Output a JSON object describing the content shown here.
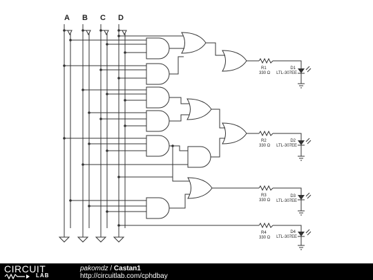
{
  "inputs": {
    "a": "A",
    "b": "B",
    "c": "C",
    "d": "D"
  },
  "outputs": [
    {
      "resistor": "R1",
      "resistor_value": "330 Ω",
      "led": "D1",
      "led_part": "LTL-307EE"
    },
    {
      "resistor": "R2",
      "resistor_value": "330 Ω",
      "led": "D2",
      "led_part": "LTL-307EE"
    },
    {
      "resistor": "R3",
      "resistor_value": "330 Ω",
      "led": "D3",
      "led_part": "LTL-307EE"
    },
    {
      "resistor": "R4",
      "resistor_value": "330 Ω",
      "led": "D4",
      "led_part": "LTL-307EE"
    }
  ],
  "footer": {
    "brand_top": "CIRCUIT",
    "brand_bottom": "LAB",
    "author": "pakomdz",
    "separator": " / ",
    "title": "Castan1",
    "url": "http://circuitlab.com/cphdbay"
  },
  "colors": {
    "wire": "#333333",
    "background": "#ffffff",
    "footer": "#000000"
  }
}
